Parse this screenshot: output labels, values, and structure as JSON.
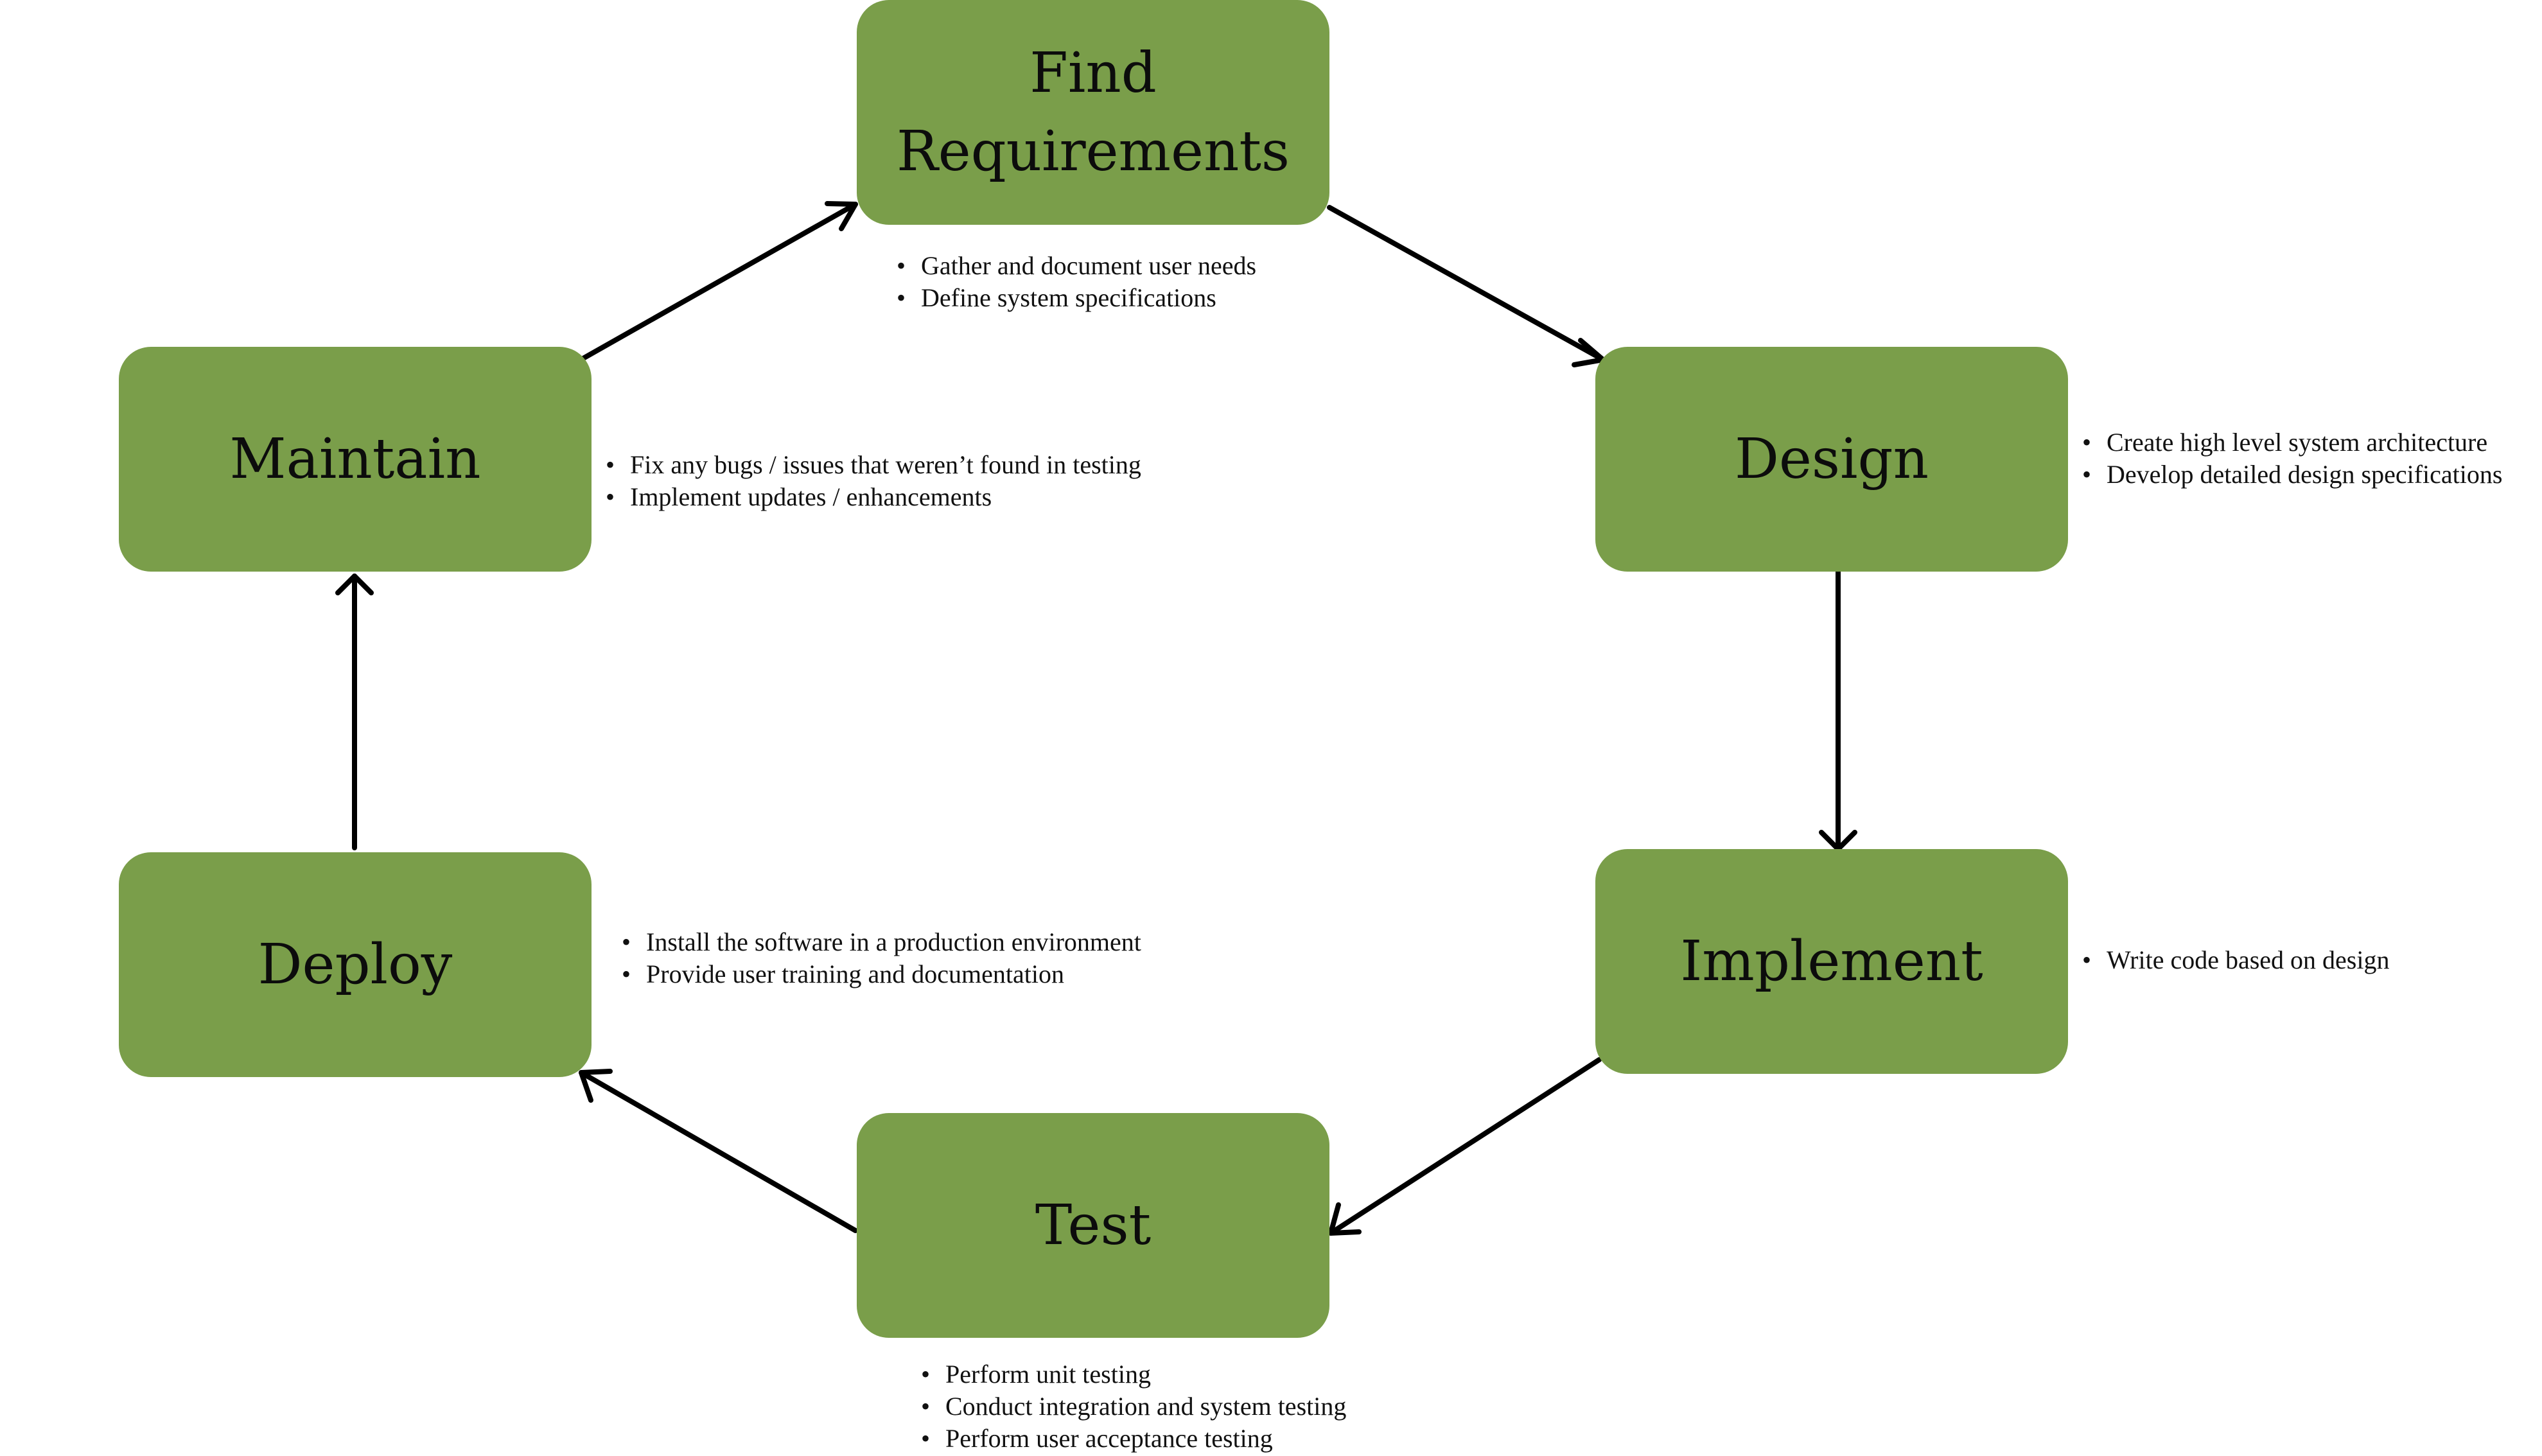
{
  "colors": {
    "box_fill": "#7a9e4a",
    "arrow": "#000000",
    "text": "#0c0c0c"
  },
  "stages": {
    "find_requirements": {
      "title": "Find\nRequirements",
      "notes": [
        "Gather and document user needs",
        "Define system specifications"
      ]
    },
    "design": {
      "title": "Design",
      "notes": [
        "Create high level system architecture",
        "Develop detailed design specifications"
      ]
    },
    "implement": {
      "title": "Implement",
      "notes": [
        "Write code based on design"
      ]
    },
    "test": {
      "title": "Test",
      "notes": [
        "Perform unit testing",
        "Conduct integration and system testing",
        "Perform user acceptance testing"
      ]
    },
    "deploy": {
      "title": "Deploy",
      "notes": [
        "Install the software in a production environment",
        "Provide user training and documentation"
      ]
    },
    "maintain": {
      "title": "Maintain",
      "notes": [
        "Fix any bugs / issues that weren’t found in testing",
        "Implement updates  / enhancements"
      ]
    }
  },
  "flow": [
    {
      "from": "find_requirements",
      "to": "design"
    },
    {
      "from": "design",
      "to": "implement"
    },
    {
      "from": "implement",
      "to": "test"
    },
    {
      "from": "test",
      "to": "deploy"
    },
    {
      "from": "deploy",
      "to": "maintain"
    },
    {
      "from": "maintain",
      "to": "find_requirements"
    }
  ]
}
